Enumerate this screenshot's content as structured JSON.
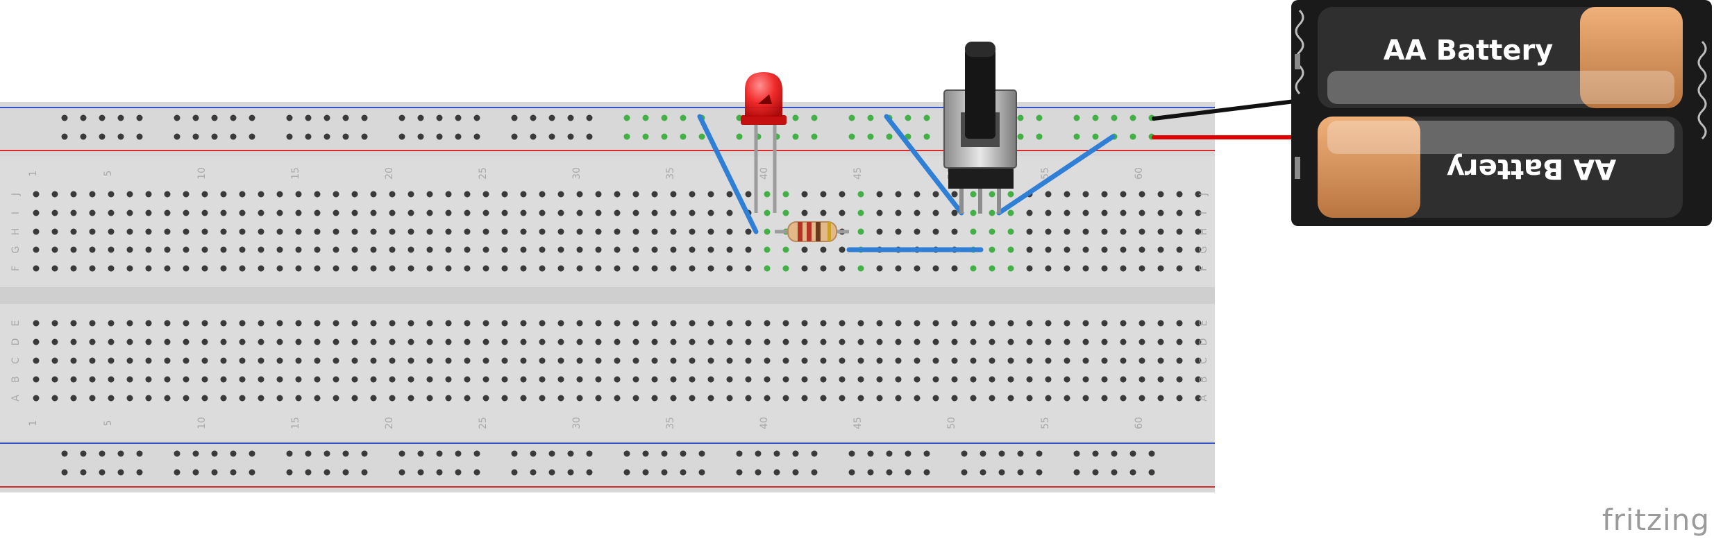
{
  "breadboard": {
    "column_numbers": [
      "1",
      "5",
      "10",
      "15",
      "20",
      "25",
      "30",
      "35",
      "40",
      "45",
      "50",
      "55",
      "60"
    ],
    "row_letters_top": [
      "J",
      "I",
      "H",
      "G",
      "F"
    ],
    "row_letters_bottom": [
      "E",
      "D",
      "C",
      "B",
      "A"
    ]
  },
  "battery_pack": {
    "cell_label": "AA Battery",
    "cell_count": 2
  },
  "components": [
    "led-red",
    "resistor",
    "potentiometer",
    "battery-holder-2xAA"
  ],
  "brand": "fritzing",
  "colors": {
    "board": "#dcdcdc",
    "hole": "#3a3a3a",
    "active_hole": "#43b047",
    "rail_red": "#d62b2b",
    "rail_blue": "#3350c7",
    "wire_blue": "#2f7fd6",
    "wire_red": "#e00000",
    "wire_black": "#111111"
  }
}
